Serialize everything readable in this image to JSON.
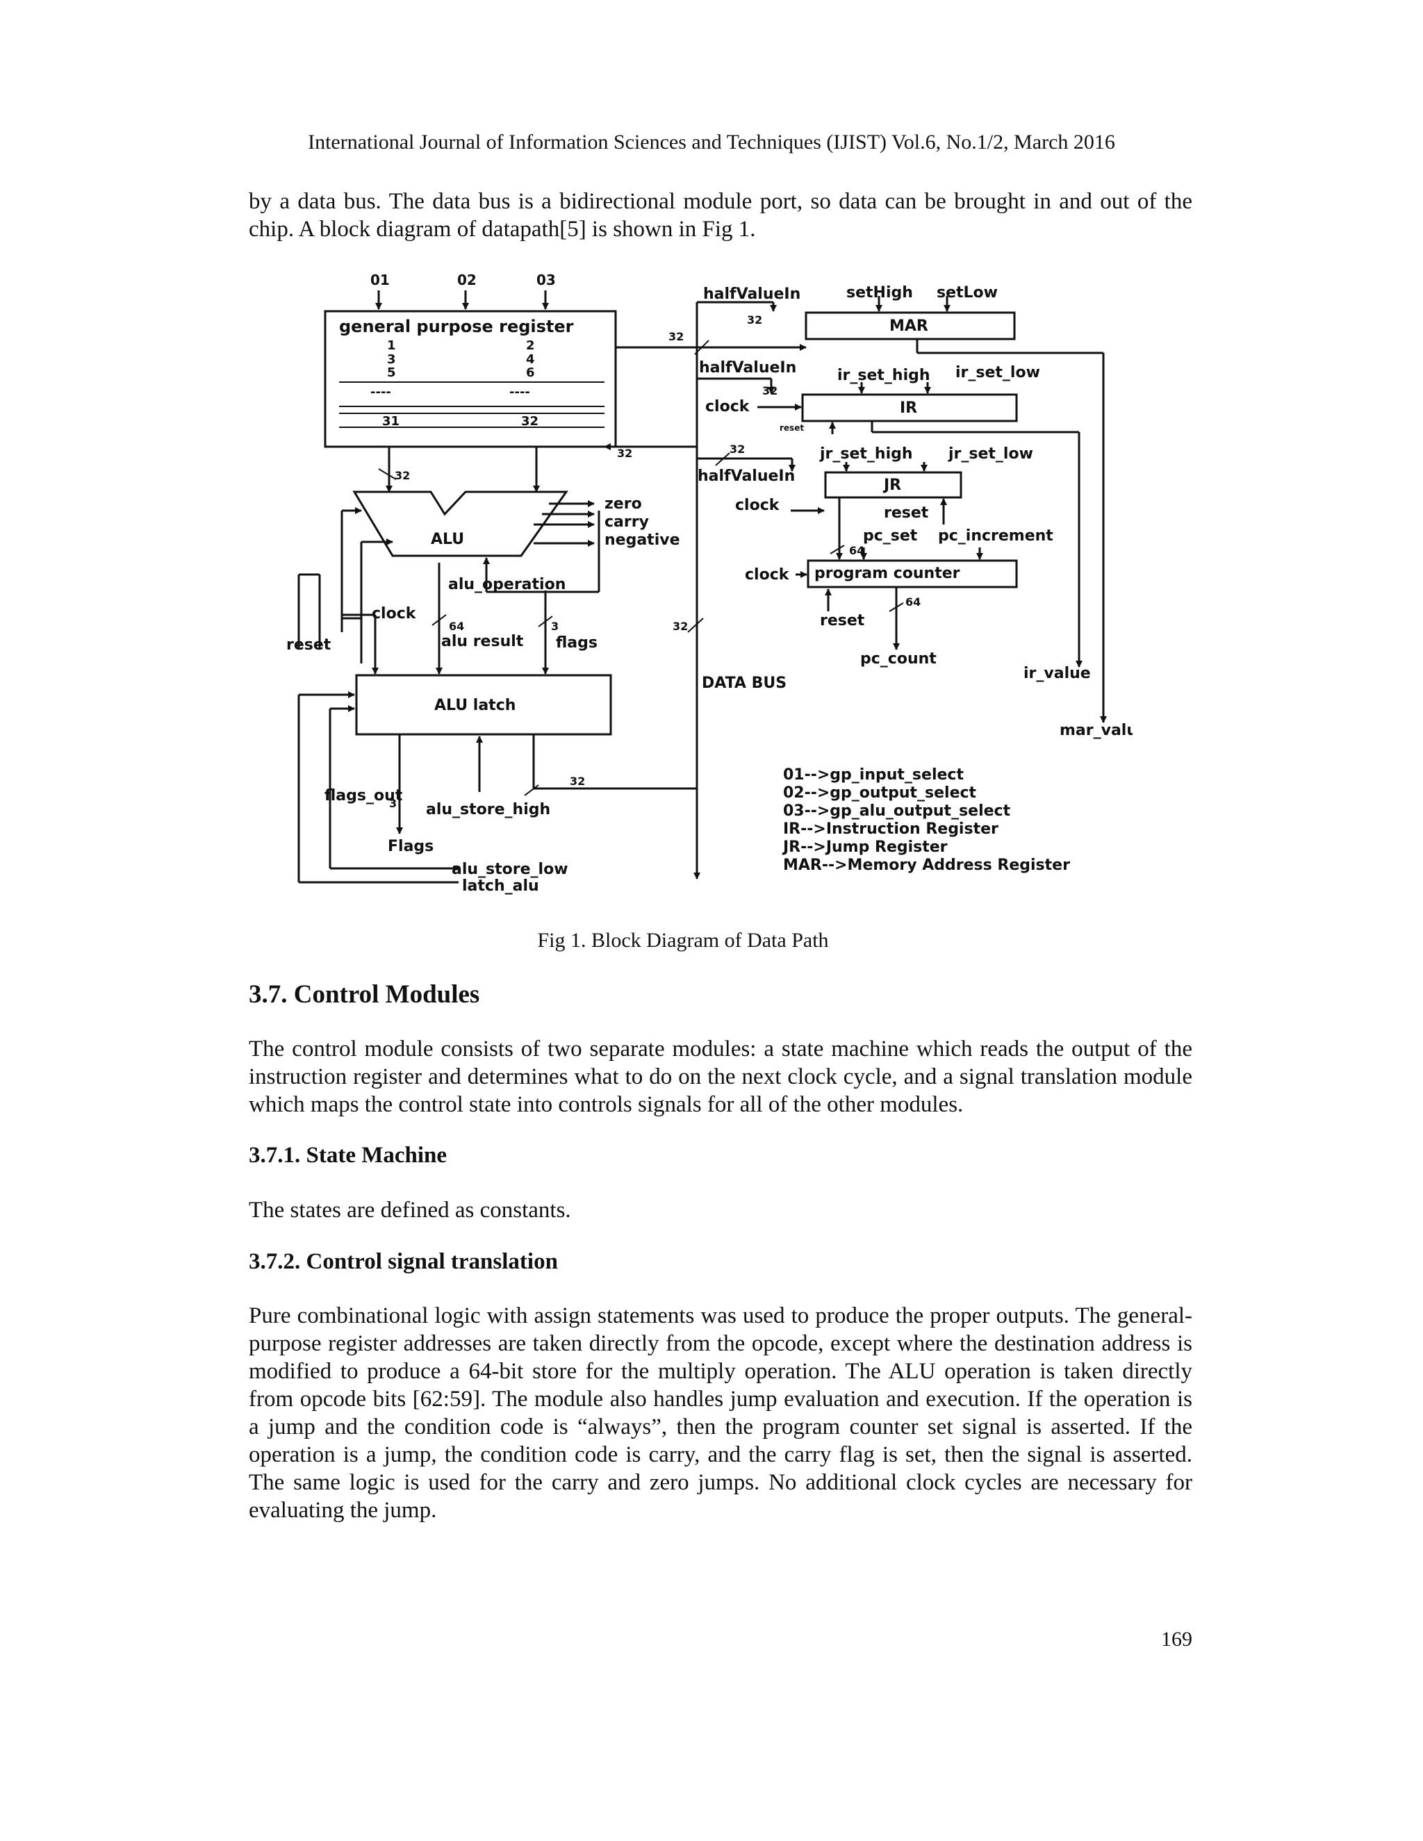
{
  "header": "International Journal of Information Sciences and Techniques (IJIST) Vol.6, No.1/2, March 2016",
  "intro_paragraph": "by a data bus. The data bus is a bidirectional module port, so data can be brought in and out of the chip. A block diagram of datapath[5] is shown in Fig 1.",
  "figure": {
    "caption": "Fig 1. Block Diagram of Data Path",
    "inputs_top": [
      "01",
      "02",
      "03"
    ],
    "gpr": {
      "title": "general purpose register",
      "cells": [
        "1",
        "2",
        "3",
        "4",
        "5",
        "6",
        "----",
        "----",
        "31",
        "32"
      ]
    },
    "bus_widths": {
      "w32": "32",
      "w64": "64",
      "w3": "3"
    },
    "alu": {
      "label": "ALU",
      "flags": [
        "zero",
        "carry",
        "negative"
      ],
      "operation": "alu_operation",
      "clock": "clock",
      "reset": "reset",
      "result": "alu result",
      "flags_label": "flags"
    },
    "alu_latch": {
      "label": "ALU latch",
      "flags_out": "flags_out",
      "store_high": "alu_store_high",
      "flags_signal": "Flags",
      "store_low": "alu_store_low",
      "latch": "latch_alu"
    },
    "mar": {
      "label": "MAR",
      "half_value_in": "halfValueIn",
      "set_high": "setHigh",
      "set_low": "setLow",
      "out": "mar_value"
    },
    "ir": {
      "label": "IR",
      "half_value_in": "halfValueIn",
      "set_high": "ir_set_high",
      "set_low": "ir_set_low",
      "clock": "clock",
      "reset": "reset",
      "out": "ir_value"
    },
    "jr": {
      "label": "JR",
      "half_value_in": "halfValueIn",
      "set_high": "jr_set_high",
      "set_low": "jr_set_low",
      "clock": "clock",
      "reset": "reset"
    },
    "pc": {
      "label": "program counter",
      "set": "pc_set",
      "increment": "pc_increment",
      "clock": "clock",
      "reset": "reset",
      "out": "pc_count"
    },
    "data_bus": "DATA BUS",
    "legend": [
      "01-->gp_input_select",
      "02-->gp_output_select",
      "03-->gp_alu_output_select",
      "IR-->Instruction Register",
      "JR-->Jump Register",
      "MAR-->Memory Address Register"
    ]
  },
  "section": {
    "heading": "3.7. Control Modules",
    "paragraph": "The control module consists of two separate modules: a state machine which reads the output of the instruction register and determines what to do on the next clock cycle, and a signal translation module which maps the control state into controls signals for all of the other modules."
  },
  "subsection1": {
    "heading": "3.7.1. State Machine",
    "paragraph": "The states are defined as constants."
  },
  "subsection2": {
    "heading": "3.7.2. Control signal translation",
    "paragraph": "Pure combinational logic with assign statements was used to produce the proper outputs. The general-purpose register addresses are taken directly from the opcode, except where the destination address is modified to produce a 64-bit store for the multiply operation. The ALU operation is taken directly from opcode bits [62:59]. The module also handles jump evaluation and execution. If the operation is a jump and the condition code is “always”, then the program counter set signal is asserted. If the operation is a jump, the condition code is carry, and the carry flag is set, then the signal is asserted. The same logic is used for the carry and zero jumps. No additional clock cycles are necessary for evaluating the jump."
  },
  "page_number": "169"
}
